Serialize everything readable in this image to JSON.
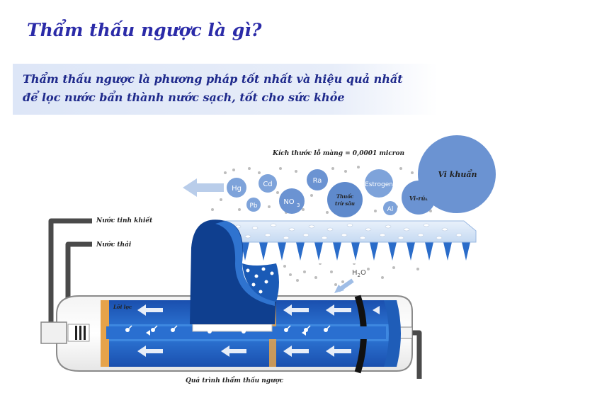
{
  "title": "Thẩm thấu ngược là gì?",
  "intro": {
    "line1": "Thẩm thấu ngược là phương pháp tốt nhất và hiệu quả nhất",
    "line2": "để lọc nước bẩn thành nước sạch, tốt cho sức khỏe"
  },
  "diagram": {
    "pore_size": "Kích thước lỗ màng = 0,0001 micron",
    "bacteria": "Vi khuẩn",
    "virus": "Vi-rút",
    "pesticide_line1": "Thuốc",
    "pesticide_line2": "trừ sâu",
    "h2o_main": "H",
    "h2o_sub": "2",
    "h2o_end": "O",
    "pure_water": "Nước tinh khiết",
    "waste_water": "Nước thải",
    "core": "Lõi lọc",
    "caption": "Quá trình thẩm thấu ngược",
    "contaminants": {
      "hg": "Hg",
      "cd": "Cd",
      "pb": "Pb",
      "no": "NO",
      "no_sub": "3",
      "ra": "Ra",
      "estrogen": "Estrogen",
      "al": "Al"
    }
  },
  "colors": {
    "title": "#2b2ba8",
    "text": "#1f2a8c",
    "tube_blue": "#1e63c4",
    "dark_blue": "#0d3b8a",
    "light_blue": "#8fb1e0",
    "bubble": "#6b93d2"
  }
}
